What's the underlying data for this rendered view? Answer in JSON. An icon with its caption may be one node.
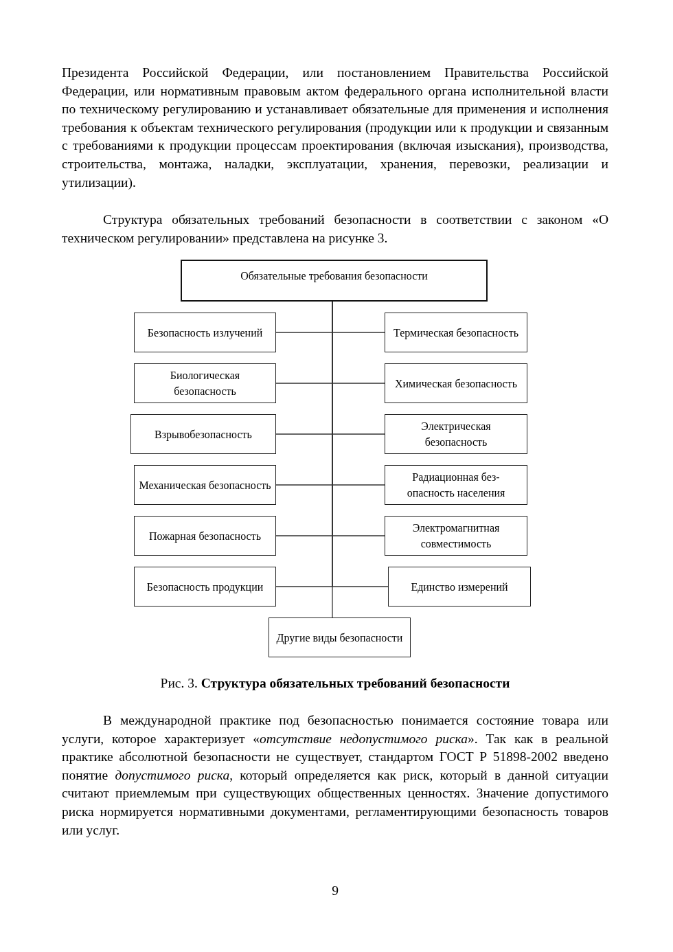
{
  "diagram": {
    "caption": "Рис. 3. **Структура обязательных требований безопасности**",
    "nodes": [
      {
        "text": [
          "Обязательные требования безопасности"
        ]
      },
      {
        "text": [
          "Безопасность излучений"
        ]
      },
      {
        "text": [
          "Термическая безопасность"
        ]
      },
      {
        "text": [
          "Биологическая безопасность"
        ]
      },
      {
        "text": [
          "Химическая безопасность"
        ]
      },
      {
        "text": [
          "Взрывобезопасность"
        ]
      },
      {
        "text": [
          "Электрическая безопасность"
        ]
      },
      {
        "text": [
          "Механическая безопасность"
        ]
      },
      {
        "text": [
          "Радиационная без-опасность населения"
        ]
      },
      {
        "text": [
          "Пожарная безопасность"
        ]
      },
      {
        "text": [
          "Электромагнитная совместимость"
        ]
      },
      {
        "text": [
          "Безопасность продукции"
        ]
      },
      {
        "text": [
          "Единство измерений"
        ]
      },
      {
        "text": [
          "Другие виды безопасности"
        ]
      }
    ],
    "edges": [
      {
        "from": 0,
        "to": 1,
        "arrow": "none"
      },
      {
        "from": 0,
        "to": 2,
        "arrow": "none"
      },
      {
        "from": 0,
        "to": 3,
        "arrow": "none"
      },
      {
        "from": 0,
        "to": 4,
        "arrow": "none"
      },
      {
        "from": 0,
        "to": 5,
        "arrow": "none"
      },
      {
        "from": 0,
        "to": 6,
        "arrow": "none"
      },
      {
        "from": 0,
        "to": 7,
        "arrow": "none"
      },
      {
        "from": 0,
        "to": 8,
        "arrow": "none"
      },
      {
        "from": 0,
        "to": 9,
        "arrow": "none"
      },
      {
        "from": 0,
        "to": 10,
        "arrow": "none"
      },
      {
        "from": 0,
        "to": 11,
        "arrow": "none"
      },
      {
        "from": 0,
        "to": 12,
        "arrow": "none"
      },
      {
        "from": 0,
        "to": 13,
        "arrow": "none"
      }
    ],
    "labels": [
      "Президента Российской Федерации, или постановлением Правительства Российской Федерации, или нормативным правовым актом федерального органа исполнительной власти по техническому регулированию и устанавливает обязательные для применения и исполнения требования к объектам технического регулирования (продукции или к продукции и связанным с требованиями к продукции процессам проектирования (включая изыскания), производства, строительства, монтажа, наладки, эксплуатации, хранения, перевозки, реализации и утилизации).",
      "Структура обязательных требований безопасности в соответствии с законом «О техническом регулировании» представлена на рисунке 3.",
      "В международной практике под безопасностью понимается состояние товара или услуги, которое характеризует «*отсутствие недопустимого риска*». Так как в реальной практике абсолютной безопасности не существует, стандартом ГОСТ Р 51898-2002 введено понятие *допустимого риска*, который определяется как риск, который в данной ситуации считают приемлемым при существующих общественных ценностях. Значение допустимого риска нормируется нормативными документами, регламентирующими безопасность товаров или услуг.",
      "9"
    ]
  }
}
